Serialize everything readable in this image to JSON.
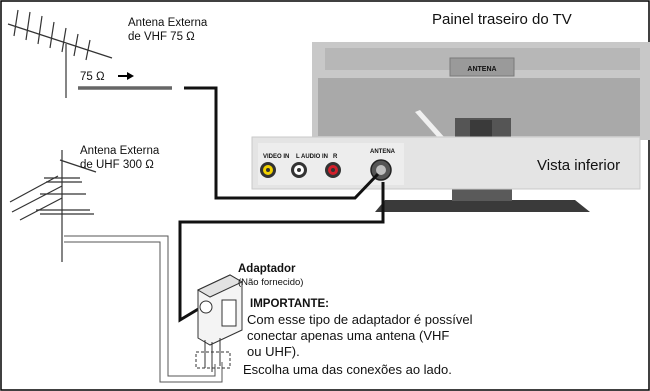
{
  "title": "Painel traseiro do TV",
  "vhf_antenna": {
    "line1": "Antena Externa",
    "line2": "de VHF 75 Ω"
  },
  "vhf_cable_label": "75 Ω",
  "uhf_antenna": {
    "line1": "Antena Externa",
    "line2": "de UHF 300 Ω"
  },
  "tv_panel": {
    "badge": "ANTENA",
    "video_in": "VIDEO IN",
    "l_audio_in": "L  AUDIO IN",
    "r": "R",
    "antena": "ANTENA",
    "bottom_view": "Vista inferior"
  },
  "adapter": {
    "title": "Adaptador",
    "note": "(Não fornecido)"
  },
  "important": {
    "heading": "IMPORTANTE:",
    "lines": [
      "Com esse tipo de adaptador é possível",
      "conectar apenas uma antena (VHF",
      "ou UHF).",
      "Escolha uma das conexões ao lado."
    ]
  },
  "colors": {
    "frame": "#000000",
    "tv_body": "#c4c4c4",
    "tv_dark": "#3a3a3a",
    "panel": "#e6e6e6",
    "video_jack": "#f2d200",
    "audio_l_jack": "#ffffff",
    "audio_r_jack": "#d21f2a"
  }
}
